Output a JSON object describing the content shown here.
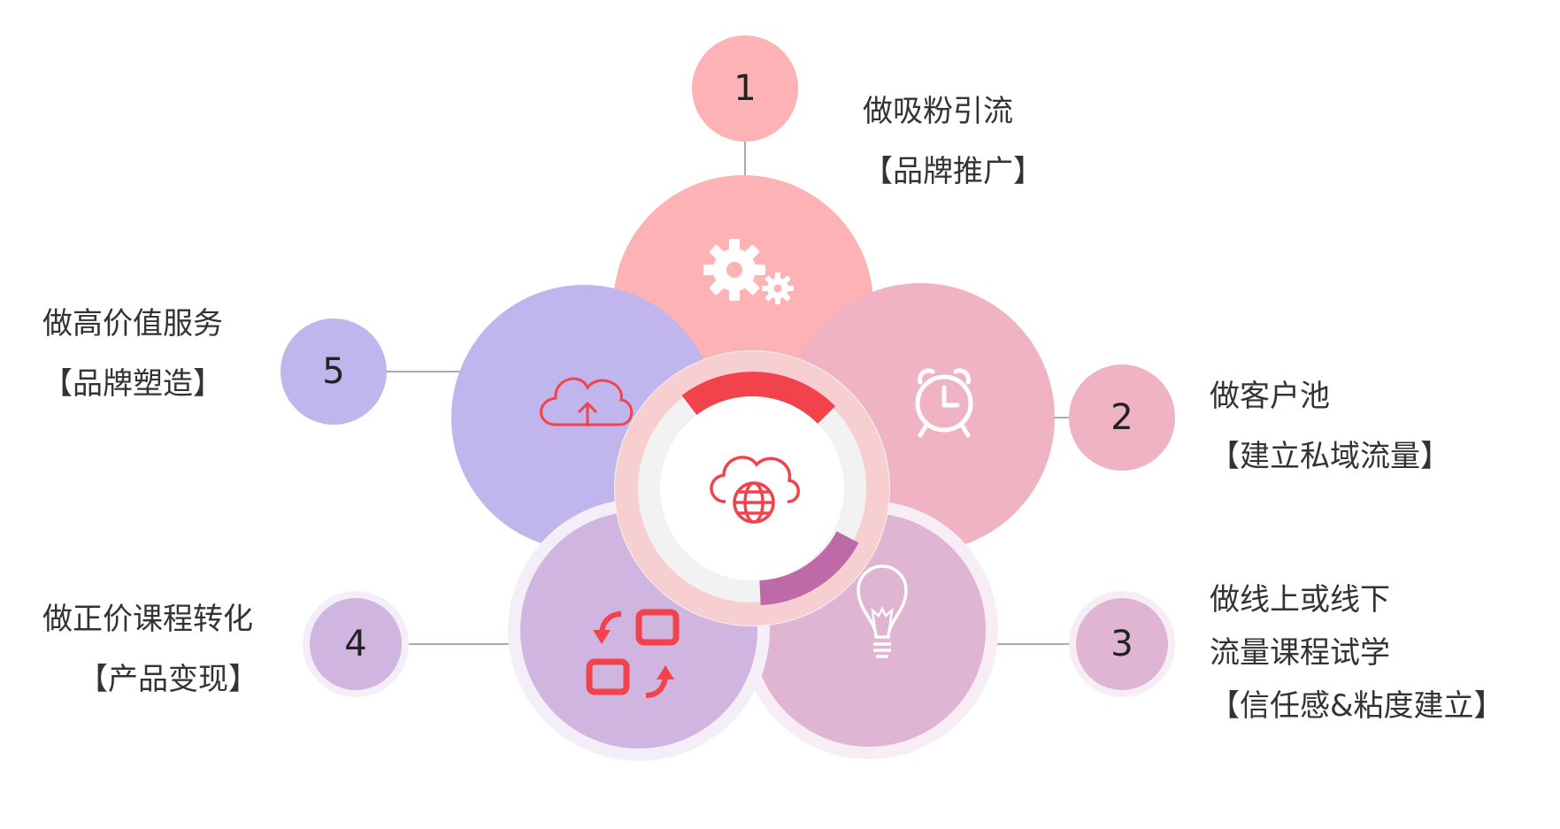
{
  "steps": [
    {
      "number": "1",
      "title": "做吸粉引流",
      "subtitle": "【品牌推广】",
      "icon": "gears-icon"
    },
    {
      "number": "2",
      "title": "做客户池",
      "subtitle": "【建立私域流量】",
      "icon": "alarm-clock-icon"
    },
    {
      "number": "3",
      "title_line1": "做线上或线下",
      "title_line2": "流量课程试学",
      "subtitle": "【信任感&粘度建立】",
      "icon": "lightbulb-icon"
    },
    {
      "number": "4",
      "title": "做正价课程转化",
      "subtitle": "【产品变现】",
      "icon": "refresh-squares-icon"
    },
    {
      "number": "5",
      "title": "做高价值服务",
      "subtitle": "【品牌塑造】",
      "icon": "cloud-upload-icon"
    }
  ],
  "center": {
    "icon": "cloud-globe-icon"
  },
  "colors": {
    "step1": "#fdb2b5",
    "step2": "#f0b3c3",
    "step3": "#e0b4d3",
    "step4": "#cfb5e0",
    "step5": "#c0b5ec",
    "accent": "#f2434c",
    "accent_purple": "#bf6aa8",
    "ring": "#eeeeee"
  }
}
